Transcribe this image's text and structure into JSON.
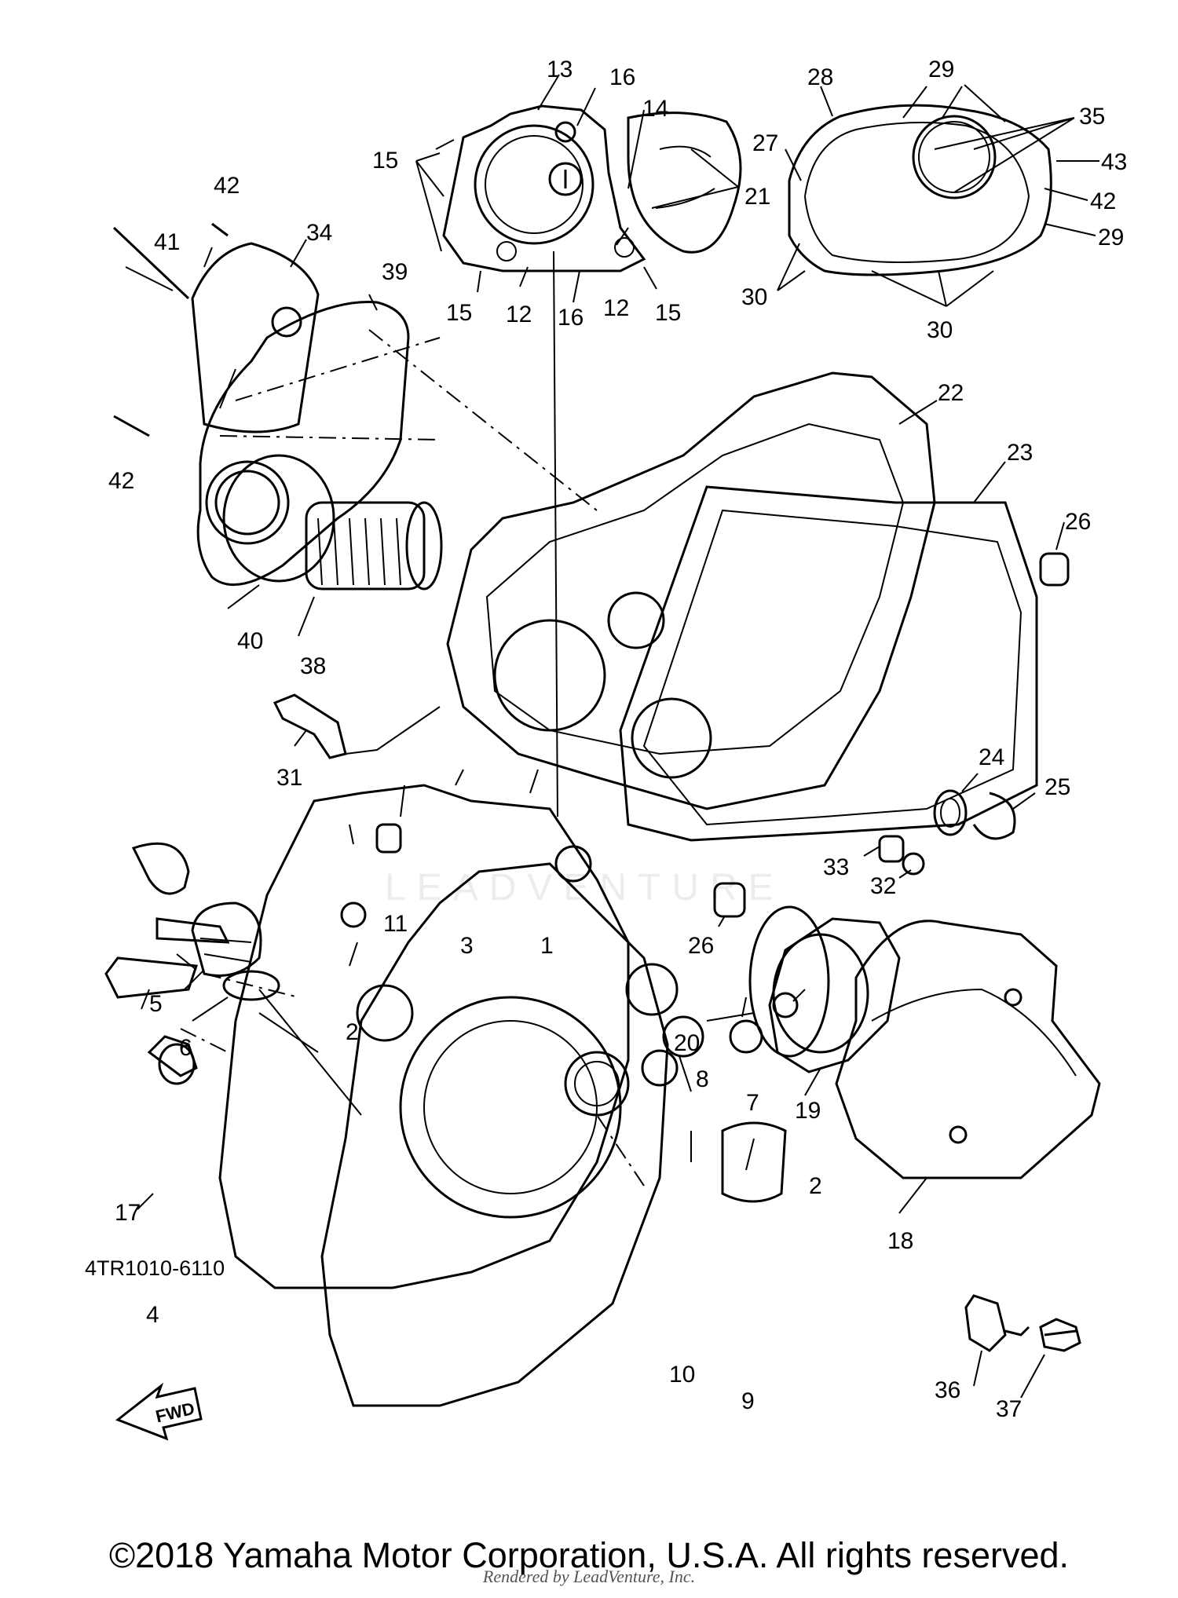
{
  "diagram_code": "4TR1010-6110",
  "copyright": "©2018 Yamaha Motor Corporation, U.S.A. All rights reserved.",
  "rendered_by": "Rendered by LeadVenture, Inc.",
  "watermark": "LEADVENTURE",
  "fwd_label": "FWD",
  "callouts": {
    "c1": "1",
    "c2a": "2",
    "c2b": "2",
    "c3": "3",
    "c4": "4",
    "c5": "5",
    "c6": "6",
    "c7": "7",
    "c8": "8",
    "c9": "9",
    "c10": "10",
    "c11": "11",
    "c12a": "12",
    "c12b": "12",
    "c13": "13",
    "c14": "14",
    "c15a": "15",
    "c15b": "15",
    "c15c": "15",
    "c16a": "16",
    "c16b": "16",
    "c17": "17",
    "c18": "18",
    "c19": "19",
    "c20": "20",
    "c21": "21",
    "c22": "22",
    "c23": "23",
    "c24": "24",
    "c25": "25",
    "c26a": "26",
    "c26b": "26",
    "c27": "27",
    "c28": "28",
    "c29a": "29",
    "c29b": "29",
    "c30a": "30",
    "c30b": "30",
    "c31": "31",
    "c32": "32",
    "c33": "33",
    "c34": "34",
    "c35": "35",
    "c36": "36",
    "c37": "37",
    "c38": "38",
    "c39": "39",
    "c40": "40",
    "c41": "41",
    "c42a": "42",
    "c42b": "42",
    "c42c": "42",
    "c43": "43"
  }
}
